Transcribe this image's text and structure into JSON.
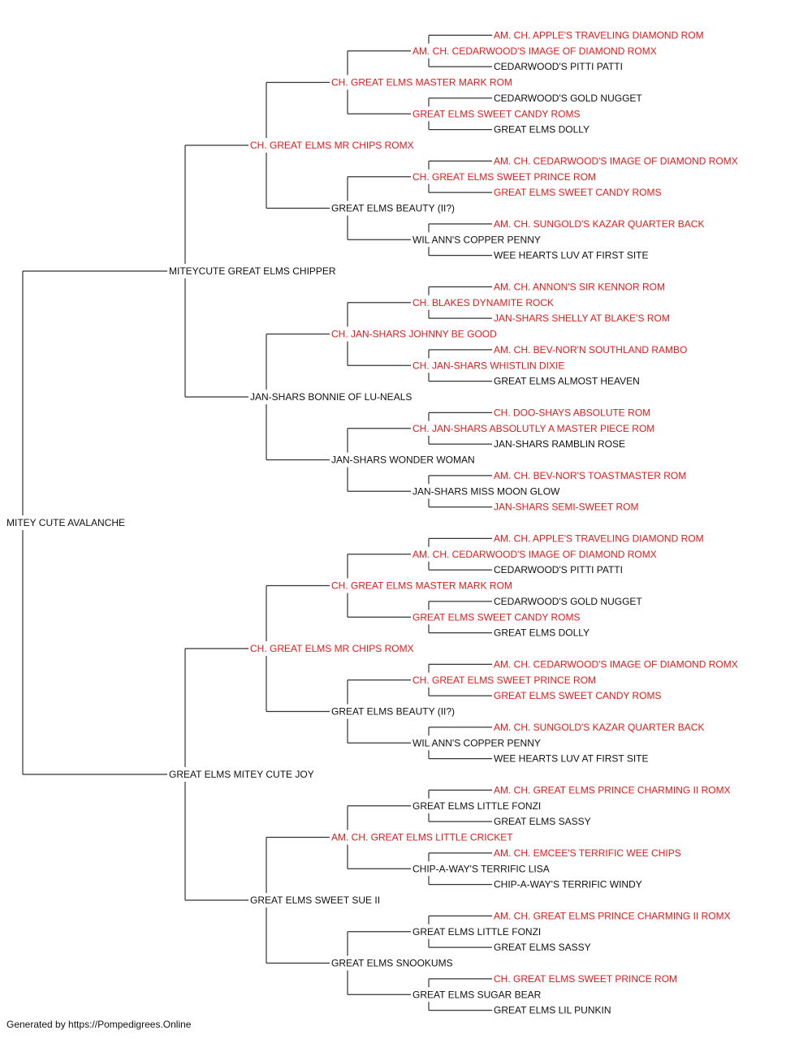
{
  "colors": {
    "champion": "#e01b1b",
    "normal": "#111111",
    "line": "#333333"
  },
  "footer": "Generated by https://Pompedigrees.Online",
  "pedigree": {
    "name": "MITEY CUTE AVALANCHE",
    "champion": false,
    "sire": {
      "name": "MITEYCUTE GREAT ELMS CHIPPER",
      "champion": false,
      "sire": {
        "name": "CH. GREAT ELMS MR CHIPS ROMX",
        "champion": true,
        "sire": {
          "name": "CH. GREAT ELMS MASTER MARK ROM",
          "champion": true,
          "sire": {
            "name": "AM. CH. CEDARWOOD'S IMAGE OF DIAMOND ROMX",
            "champion": true,
            "sire": {
              "name": "AM. CH. APPLE'S TRAVELING DIAMOND ROM",
              "champion": true
            },
            "dam": {
              "name": "CEDARWOOD'S PITTI PATTI",
              "champion": false
            }
          },
          "dam": {
            "name": "GREAT ELMS SWEET CANDY ROMS",
            "champion": true,
            "sire": {
              "name": "CEDARWOOD'S GOLD NUGGET",
              "champion": false
            },
            "dam": {
              "name": "GREAT ELMS DOLLY",
              "champion": false
            }
          }
        },
        "dam": {
          "name": "GREAT ELMS BEAUTY (II?)",
          "champion": false,
          "sire": {
            "name": "CH. GREAT ELMS SWEET PRINCE ROM",
            "champion": true,
            "sire": {
              "name": "AM. CH. CEDARWOOD'S IMAGE OF DIAMOND ROMX",
              "champion": true
            },
            "dam": {
              "name": "GREAT ELMS SWEET CANDY ROMS",
              "champion": true
            }
          },
          "dam": {
            "name": "WIL ANN'S COPPER PENNY",
            "champion": false,
            "sire": {
              "name": "AM. CH. SUNGOLD'S KAZAR QUARTER BACK",
              "champion": true
            },
            "dam": {
              "name": "WEE HEARTS LUV AT FIRST SITE",
              "champion": false
            }
          }
        }
      },
      "dam": {
        "name": "JAN-SHARS BONNIE OF LU-NEALS",
        "champion": false,
        "sire": {
          "name": "CH. JAN-SHARS JOHNNY BE GOOD",
          "champion": true,
          "sire": {
            "name": "CH. BLAKES DYNAMITE ROCK",
            "champion": true,
            "sire": {
              "name": "AM. CH. ANNON'S SIR KENNOR ROM",
              "champion": true
            },
            "dam": {
              "name": "JAN-SHARS SHELLY AT BLAKE'S ROM",
              "champion": true
            }
          },
          "dam": {
            "name": "CH. JAN-SHARS WHISTLIN DIXIE",
            "champion": true,
            "sire": {
              "name": "AM. CH. BEV-NOR'N SOUTHLAND RAMBO",
              "champion": true
            },
            "dam": {
              "name": "GREAT ELMS ALMOST HEAVEN",
              "champion": false
            }
          }
        },
        "dam": {
          "name": "JAN-SHARS WONDER WOMAN",
          "champion": false,
          "sire": {
            "name": "CH. JAN-SHARS ABSOLUTLY A MASTER PIECE ROM",
            "champion": true,
            "sire": {
              "name": "CH. DOO-SHAYS ABSOLUTE ROM",
              "champion": true
            },
            "dam": {
              "name": "JAN-SHARS RAMBLIN ROSE",
              "champion": false
            }
          },
          "dam": {
            "name": "JAN-SHARS MISS MOON GLOW",
            "champion": false,
            "sire": {
              "name": "AM. CH. BEV-NOR'S TOASTMASTER ROM",
              "champion": true
            },
            "dam": {
              "name": "JAN-SHARS SEMI-SWEET ROM",
              "champion": true
            }
          }
        }
      }
    },
    "dam": {
      "name": "GREAT ELMS MITEY CUTE JOY",
      "champion": false,
      "sire": {
        "name": "CH. GREAT ELMS MR CHIPS ROMX",
        "champion": true,
        "sire": {
          "name": "CH. GREAT ELMS MASTER MARK ROM",
          "champion": true,
          "sire": {
            "name": "AM. CH. CEDARWOOD'S IMAGE OF DIAMOND ROMX",
            "champion": true,
            "sire": {
              "name": "AM. CH. APPLE'S TRAVELING DIAMOND ROM",
              "champion": true
            },
            "dam": {
              "name": "CEDARWOOD'S PITTI PATTI",
              "champion": false
            }
          },
          "dam": {
            "name": "GREAT ELMS SWEET CANDY ROMS",
            "champion": true,
            "sire": {
              "name": "CEDARWOOD'S GOLD NUGGET",
              "champion": false
            },
            "dam": {
              "name": "GREAT ELMS DOLLY",
              "champion": false
            }
          }
        },
        "dam": {
          "name": "GREAT ELMS BEAUTY (II?)",
          "champion": false,
          "sire": {
            "name": "CH. GREAT ELMS SWEET PRINCE ROM",
            "champion": true,
            "sire": {
              "name": "AM. CH. CEDARWOOD'S IMAGE OF DIAMOND ROMX",
              "champion": true
            },
            "dam": {
              "name": "GREAT ELMS SWEET CANDY ROMS",
              "champion": true
            }
          },
          "dam": {
            "name": "WIL ANN'S COPPER PENNY",
            "champion": false,
            "sire": {
              "name": "AM. CH. SUNGOLD'S KAZAR QUARTER BACK",
              "champion": true
            },
            "dam": {
              "name": "WEE HEARTS LUV AT FIRST SITE",
              "champion": false
            }
          }
        }
      },
      "dam": {
        "name": "GREAT ELMS SWEET SUE II",
        "champion": false,
        "sire": {
          "name": "AM. CH. GREAT ELMS LITTLE CRICKET",
          "champion": true,
          "sire": {
            "name": "GREAT ELMS LITTLE FONZI",
            "champion": false,
            "sire": {
              "name": "AM. CH. GREAT ELMS PRINCE CHARMING II ROMX",
              "champion": true
            },
            "dam": {
              "name": "GREAT ELMS SASSY",
              "champion": false
            }
          },
          "dam": {
            "name": "CHIP-A-WAY'S TERRIFIC LISA",
            "champion": false,
            "sire": {
              "name": "AM. CH. EMCEE'S TERRIFIC WEE CHIPS",
              "champion": true
            },
            "dam": {
              "name": "CHIP-A-WAY'S TERRIFIC WINDY",
              "champion": false
            }
          }
        },
        "dam": {
          "name": "GREAT ELMS SNOOKUMS",
          "champion": false,
          "sire": {
            "name": "GREAT ELMS LITTLE FONZI",
            "champion": false,
            "sire": {
              "name": "AM. CH. GREAT ELMS PRINCE CHARMING II ROMX",
              "champion": true
            },
            "dam": {
              "name": "GREAT ELMS SASSY",
              "champion": false
            }
          },
          "dam": {
            "name": "GREAT ELMS SUGAR BEAR",
            "champion": false,
            "sire": {
              "name": "CH. GREAT ELMS SWEET PRINCE ROM",
              "champion": true
            },
            "dam": {
              "name": "GREAT ELMS LIL PUNKIN",
              "champion": false
            }
          }
        }
      }
    }
  }
}
